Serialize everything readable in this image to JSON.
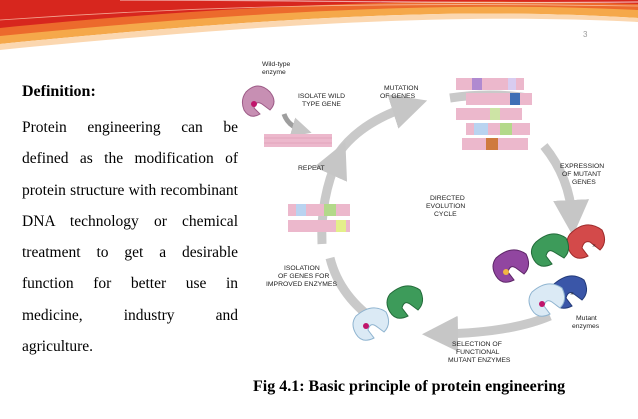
{
  "page_number": "3",
  "definition": {
    "heading": "Definition:",
    "body": "Protein engineering can be defined as the modification of protein structure with recombinant DNA technology or chemical treatment to get a desirable function for better use in medicine, industry and agriculture."
  },
  "diagram": {
    "labels": {
      "wild_type_enzyme": [
        "Wild-type",
        "enzyme"
      ],
      "isolate_wild_type_gene": [
        "ISOLATE WILD",
        "TYPE GENE"
      ],
      "mutation_of_genes": [
        "MUTATION",
        "OF GENES"
      ],
      "repeat": "REPEAT",
      "expression_of_mutant_genes": [
        "EXPRESSION",
        "OF MUTANT",
        "GENES"
      ],
      "directed_evolution_cycle": [
        "DIRECTED",
        "EVOLUTION",
        "CYCLE"
      ],
      "isolation_of_genes": [
        "ISOLATION",
        "OF GENES FOR",
        "IMPROVED ENZYMES"
      ],
      "selection_of_functional": [
        "SELECTION OF",
        "FUNCTIONAL",
        "MUTANT ENZYMES"
      ],
      "mutant_enzymes": [
        "Mutant",
        "enzymes"
      ]
    }
  },
  "caption": "Fig 4.1: Basic principle of protein engineering",
  "colors": {
    "gene_bar": "#ecb8cc",
    "arrow": "#c8c8c8",
    "banner_red": "#d7261e",
    "banner_orange": "#f39a3c"
  }
}
